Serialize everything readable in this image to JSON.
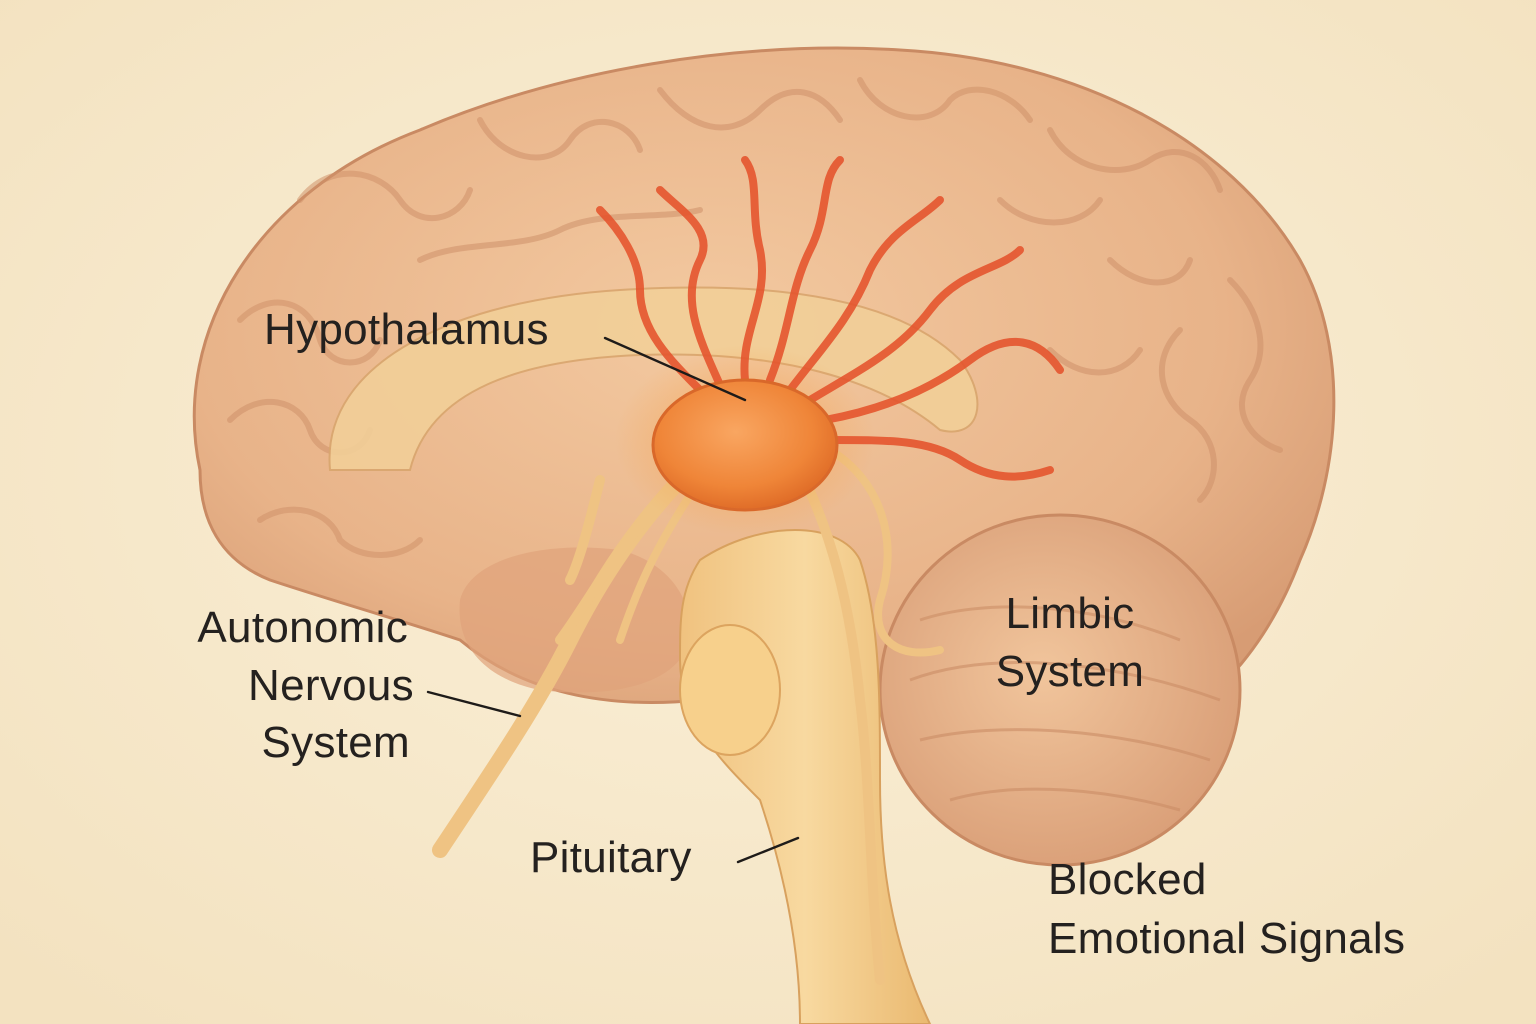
{
  "diagram": {
    "labels": {
      "hypothalamus": "Hypothalamus",
      "autonomic": [
        "Autonomic",
        "Nervous",
        "System"
      ],
      "limbic": [
        "Limbic",
        "System"
      ],
      "pituitary": "Pituitary",
      "blocked": [
        "Blocked",
        "Emotional Signals"
      ]
    },
    "colors": {
      "background": "#f7e9cc",
      "cortex": "#eab990",
      "cortex_shadow": "#c98a63",
      "inner_structures": "#f4cf92",
      "hypothalamus": "#f08a3c",
      "signal_lines": "#e5532c",
      "text": "#24211f"
    }
  }
}
